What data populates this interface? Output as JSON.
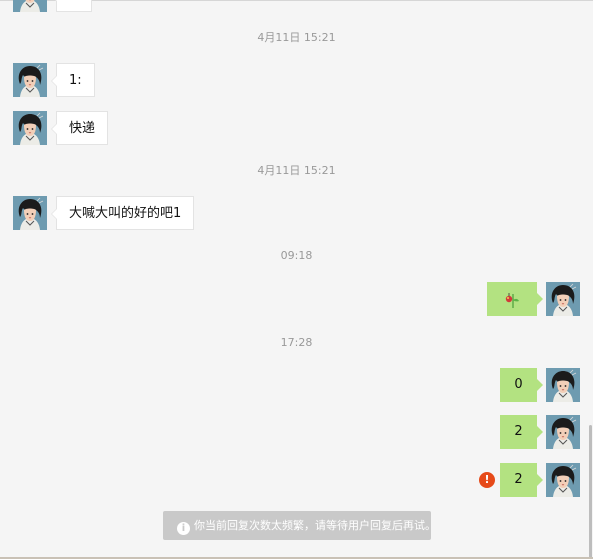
{
  "timestamps": [
    "4月11日 15:21",
    "4月11日 15:21",
    "09:18",
    "17:28"
  ],
  "messages_incoming": [
    {
      "text": ""
    },
    {
      "text": "1:"
    },
    {
      "text": "快递"
    },
    {
      "text": "大喊大叫的好的吧1"
    }
  ],
  "messages_outgoing": [
    {
      "type": "sticker",
      "icon": "flower-sticker-icon"
    },
    {
      "text": "0"
    },
    {
      "text": "2"
    },
    {
      "text": "2",
      "status": "failed"
    }
  ],
  "error_badge": "!",
  "toast": {
    "info_symbol": "i",
    "text": "你当前回复次数太频繁，请等待用户回复后再试。"
  },
  "colors": {
    "background": "#f5f5f5",
    "incoming_bubble": "#ffffff",
    "outgoing_bubble": "#b3e281",
    "error": "#e64a19",
    "toast_bg": "#c9c9c9",
    "timestamp": "#999999"
  }
}
